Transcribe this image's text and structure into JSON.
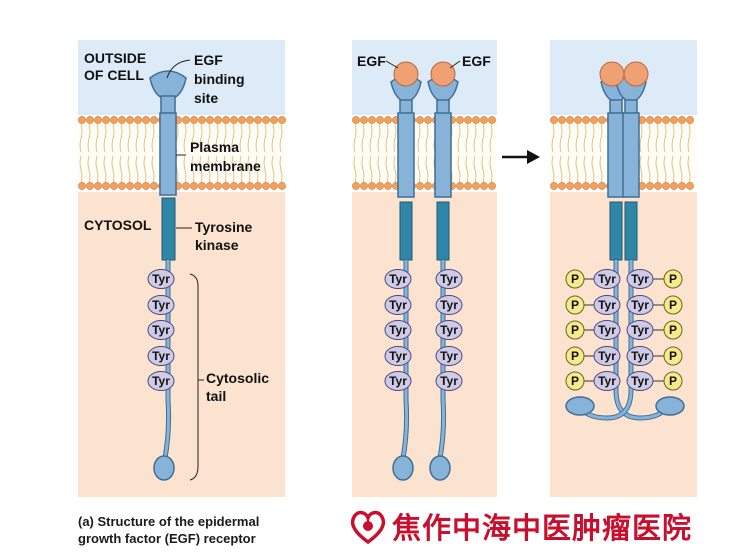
{
  "labels": {
    "outside_of_cell": [
      "OUTSIDE",
      "OF CELL"
    ],
    "egf_binding_site": [
      "EGF",
      "binding",
      "site"
    ],
    "plasma_membrane": [
      "Plasma",
      "membrane"
    ],
    "cytosol": "CYTOSOL",
    "tyrosine_kinase": [
      "Tyrosine",
      "kinase"
    ],
    "cytosolic_tail": [
      "Cytosolic",
      "tail"
    ],
    "egf_left": "EGF",
    "egf_right": "EGF"
  },
  "residue_label": "Tyr",
  "phosphate_label": "P",
  "caption": {
    "line1": "(a) Structure of the epidermal",
    "line2": "growth factor (EGF) receptor"
  },
  "watermark": {
    "text": "焦作中海中医肿瘤医院"
  },
  "colors": {
    "outside": "#dcebf7",
    "cytosol": "#fbe3cf",
    "receptor": "#88b3d8",
    "receptor_stroke": "#3f6f96",
    "kinase": "#2f86a8",
    "egf": "#f0a173",
    "lipid_head": "#f2a15c",
    "tyr_fill": "#cfcbe6",
    "phosphate": "#f6ea8a",
    "watermark": "#c8102e"
  }
}
